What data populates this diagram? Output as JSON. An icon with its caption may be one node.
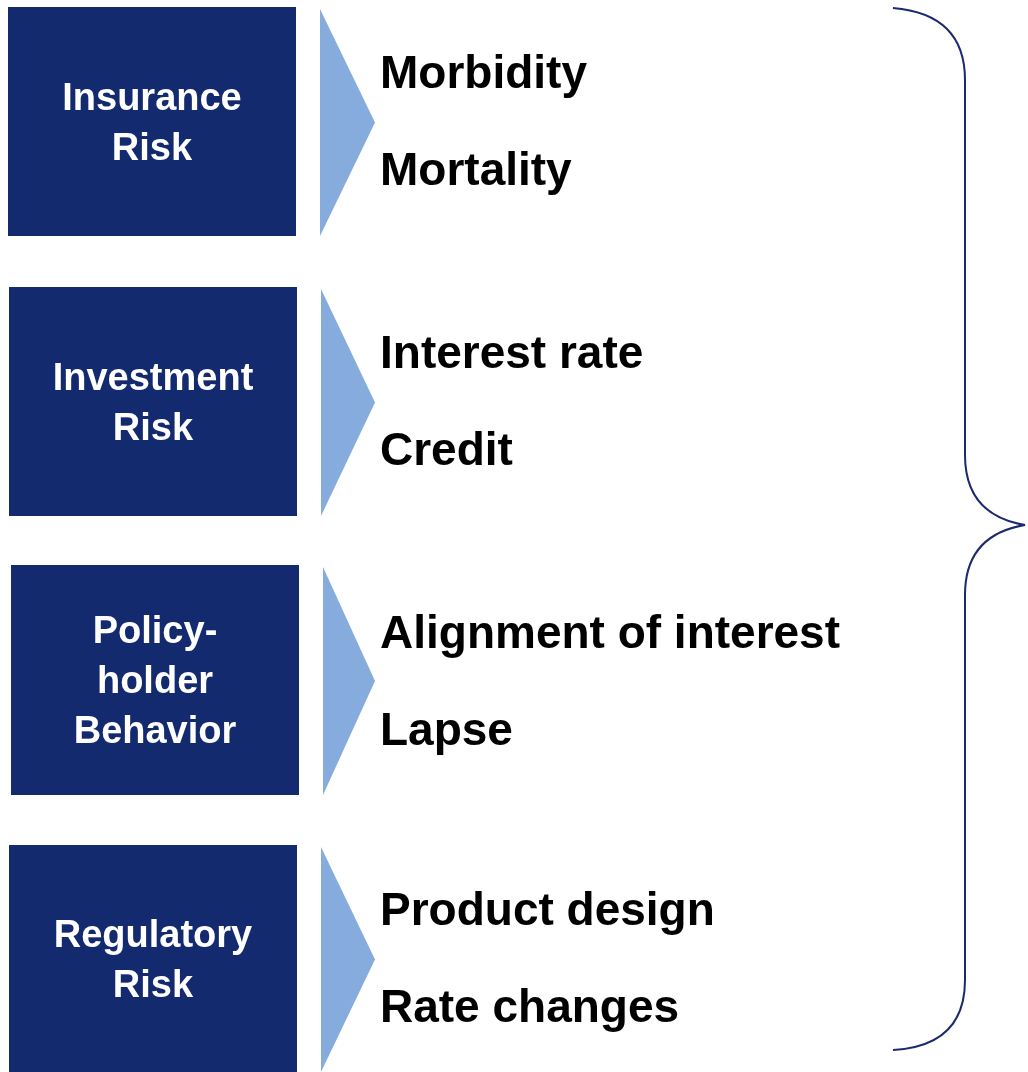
{
  "diagram": {
    "nodes": [
      {
        "text": [
          "Insurance Risk"
        ]
      },
      {
        "text": [
          "Morbidity",
          "Mortality"
        ]
      },
      {
        "text": [
          "Investment Risk"
        ]
      },
      {
        "text": [
          "Interest rate",
          "Credit"
        ]
      },
      {
        "text": [
          "Policy-holder Behavior"
        ]
      },
      {
        "text": [
          "Alignment of interest",
          "Lapse"
        ]
      },
      {
        "text": [
          "Regulatory Risk"
        ]
      },
      {
        "text": [
          "Product design",
          "Rate changes"
        ]
      }
    ],
    "edges": [
      {
        "from": 0,
        "to": 1,
        "arrow": "to"
      },
      {
        "from": 2,
        "to": 3,
        "arrow": "to"
      },
      {
        "from": 4,
        "to": 5,
        "arrow": "to"
      },
      {
        "from": 6,
        "to": 7,
        "arrow": "to"
      }
    ]
  }
}
